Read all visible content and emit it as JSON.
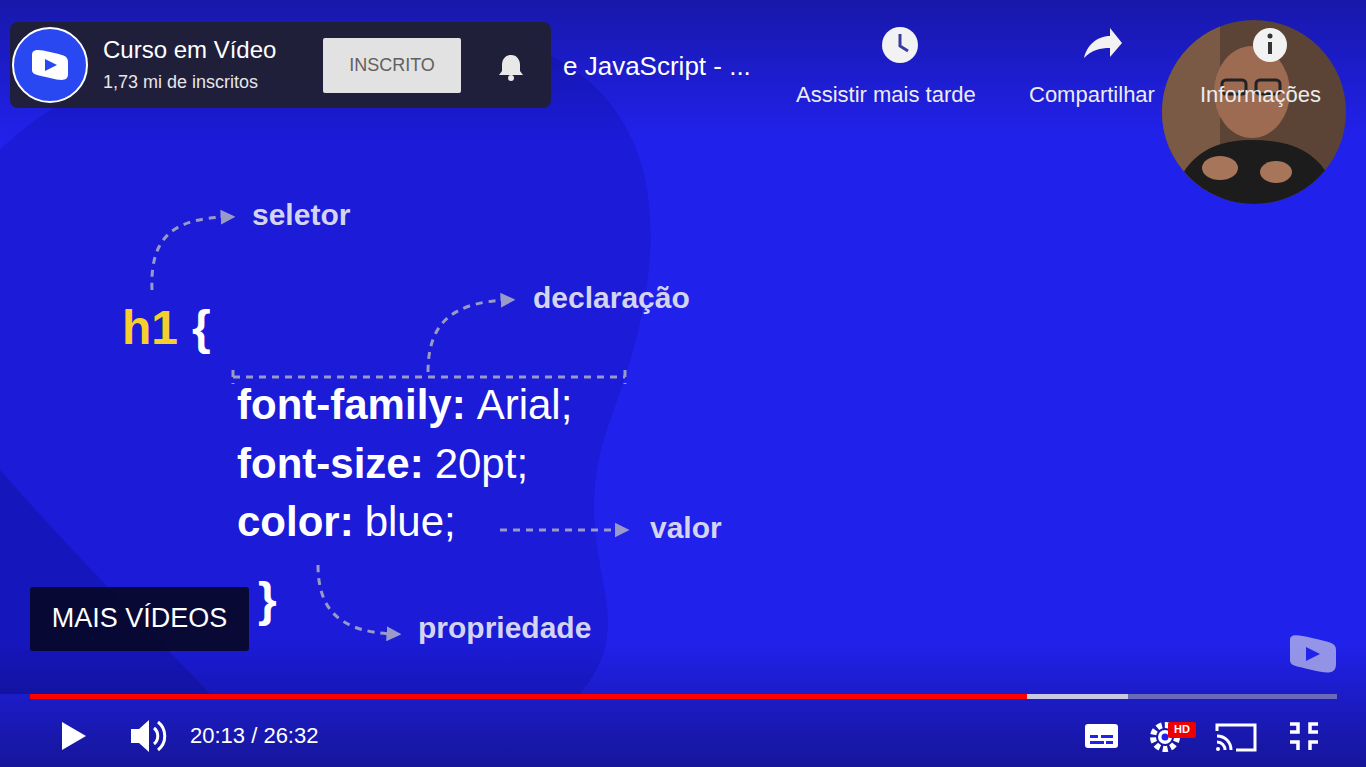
{
  "diagram": {
    "nodes": [
      {
        "text": [
          "Curso em Vídeo",
          "1,73 mi de inscritos"
        ]
      },
      {
        "text": [
          "INSCRITO"
        ],
        "in": 0
      },
      {
        "text": [
          "MAIS VÍDEOS"
        ]
      }
    ],
    "labels": [
      "e JavaScript - ...",
      "Assistir mais tarde",
      "Compartilhar",
      "Informações",
      "seletor",
      "h1",
      "{",
      "declaração",
      "font-family:",
      "Arial;",
      "font-size:",
      "20pt;",
      "color:",
      "blue;",
      "valor",
      "}",
      "propriedade",
      "20:13 / 26:32",
      "HD"
    ]
  }
}
